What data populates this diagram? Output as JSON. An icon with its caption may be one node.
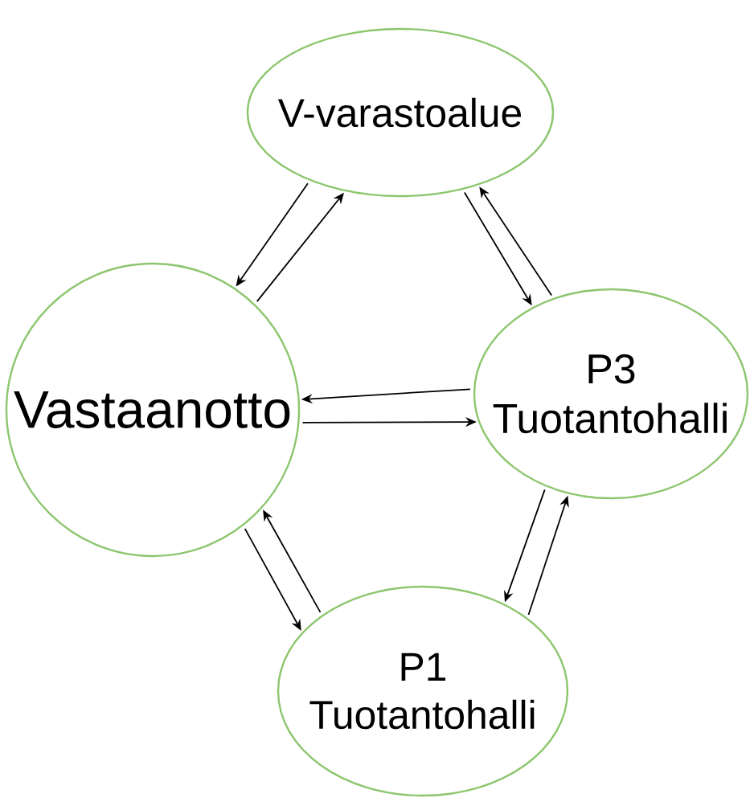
{
  "diagram": {
    "nodes": [
      {
        "text": [
          "V-varastoalue"
        ]
      },
      {
        "text": [
          "Vastaanotto"
        ]
      },
      {
        "text": [
          "P3 Tuotantohalli"
        ]
      },
      {
        "text": [
          "P1 Tuotantohalli"
        ]
      }
    ],
    "edges": [
      {
        "from": 0,
        "to": 1,
        "arrow": "to"
      },
      {
        "from": 1,
        "to": 0,
        "arrow": "to"
      },
      {
        "from": 0,
        "to": 2,
        "arrow": "to"
      },
      {
        "from": 2,
        "to": 0,
        "arrow": "to"
      },
      {
        "from": 2,
        "to": 1,
        "arrow": "to"
      },
      {
        "from": 1,
        "to": 2,
        "arrow": "to"
      },
      {
        "from": 1,
        "to": 3,
        "arrow": "to"
      },
      {
        "from": 3,
        "to": 1,
        "arrow": "to"
      },
      {
        "from": 2,
        "to": 3,
        "arrow": "to"
      },
      {
        "from": 3,
        "to": 2,
        "arrow": "to"
      }
    ]
  }
}
